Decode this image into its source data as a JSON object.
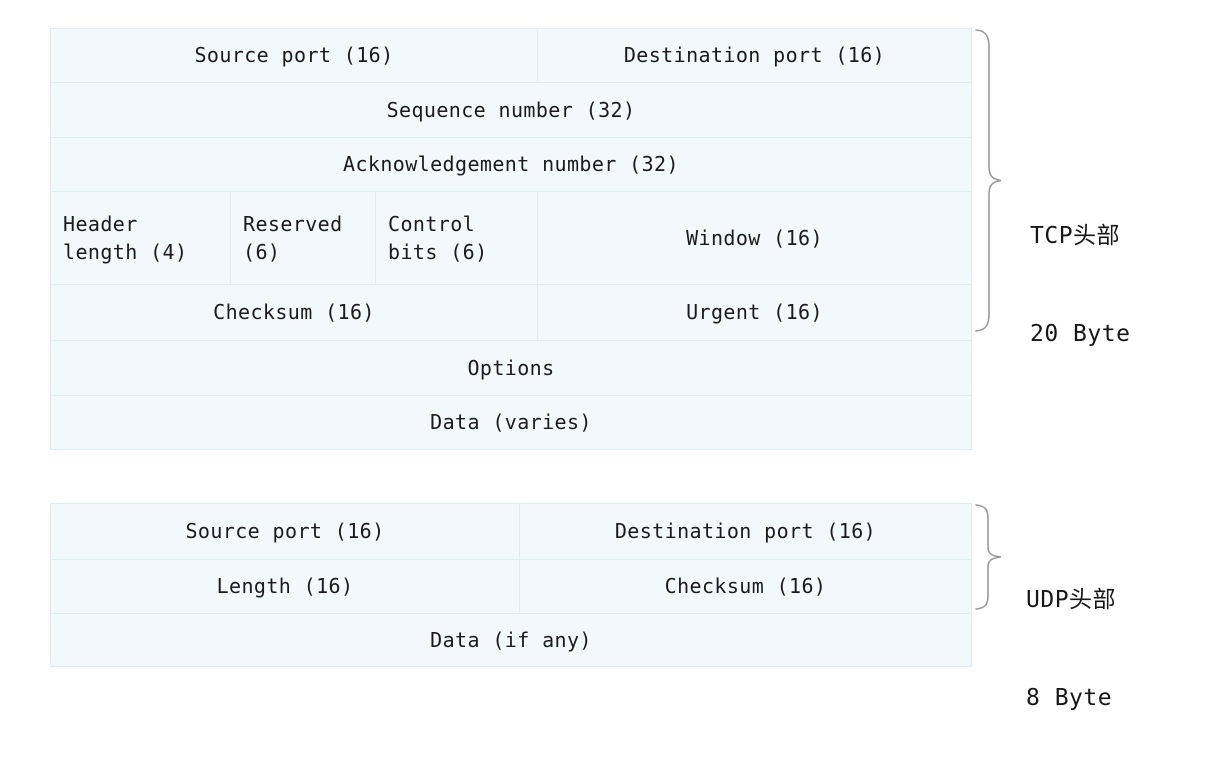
{
  "meta": {
    "title": "TCP and UDP header layout diagram"
  },
  "colors": {
    "cell_fill": "#f2f9fa",
    "cell_border": "#dfeff1",
    "text": "#1b1b1b",
    "brace": "#9a9a9a",
    "background": "#ffffff"
  },
  "tcp": {
    "name": "TCP header",
    "rows": [
      {
        "id": "ports",
        "cells": [
          {
            "label": "Source port (16)",
            "bits": 16
          },
          {
            "label": "Destination port (16)",
            "bits": 16
          }
        ]
      },
      {
        "id": "sequence",
        "cells": [
          {
            "label": "Sequence number (32)",
            "bits": 32
          }
        ]
      },
      {
        "id": "acknowledgement",
        "cells": [
          {
            "label": "Acknowledgement number (32)",
            "bits": 32
          }
        ]
      },
      {
        "id": "flags-window",
        "cells": [
          {
            "label": "Header\nlength (4)",
            "bits": 4
          },
          {
            "label": "Reserved\n(6)",
            "bits": 6
          },
          {
            "label": "Control\nbits (6)",
            "bits": 6
          },
          {
            "label": "Window (16)",
            "bits": 16
          }
        ]
      },
      {
        "id": "checksum-urgent",
        "cells": [
          {
            "label": "Checksum (16)",
            "bits": 16
          },
          {
            "label": "Urgent (16)",
            "bits": 16
          }
        ]
      },
      {
        "id": "options",
        "cells": [
          {
            "label": "Options",
            "bits": null
          }
        ]
      },
      {
        "id": "data",
        "cells": [
          {
            "label": "Data (varies)",
            "bits": null
          }
        ]
      }
    ],
    "caption": {
      "line1": "TCP头部",
      "line2": "20 Byte"
    }
  },
  "udp": {
    "name": "UDP header",
    "rows": [
      {
        "id": "ports",
        "cells": [
          {
            "label": "Source port (16)",
            "bits": 16
          },
          {
            "label": "Destination port (16)",
            "bits": 16
          }
        ]
      },
      {
        "id": "length-checksum",
        "cells": [
          {
            "label": "Length (16)",
            "bits": 16
          },
          {
            "label": "Checksum (16)",
            "bits": 16
          }
        ]
      },
      {
        "id": "data",
        "cells": [
          {
            "label": "Data (if any)",
            "bits": null
          }
        ]
      }
    ],
    "caption": {
      "line1": "UDP头部",
      "line2": "8 Byte"
    }
  }
}
